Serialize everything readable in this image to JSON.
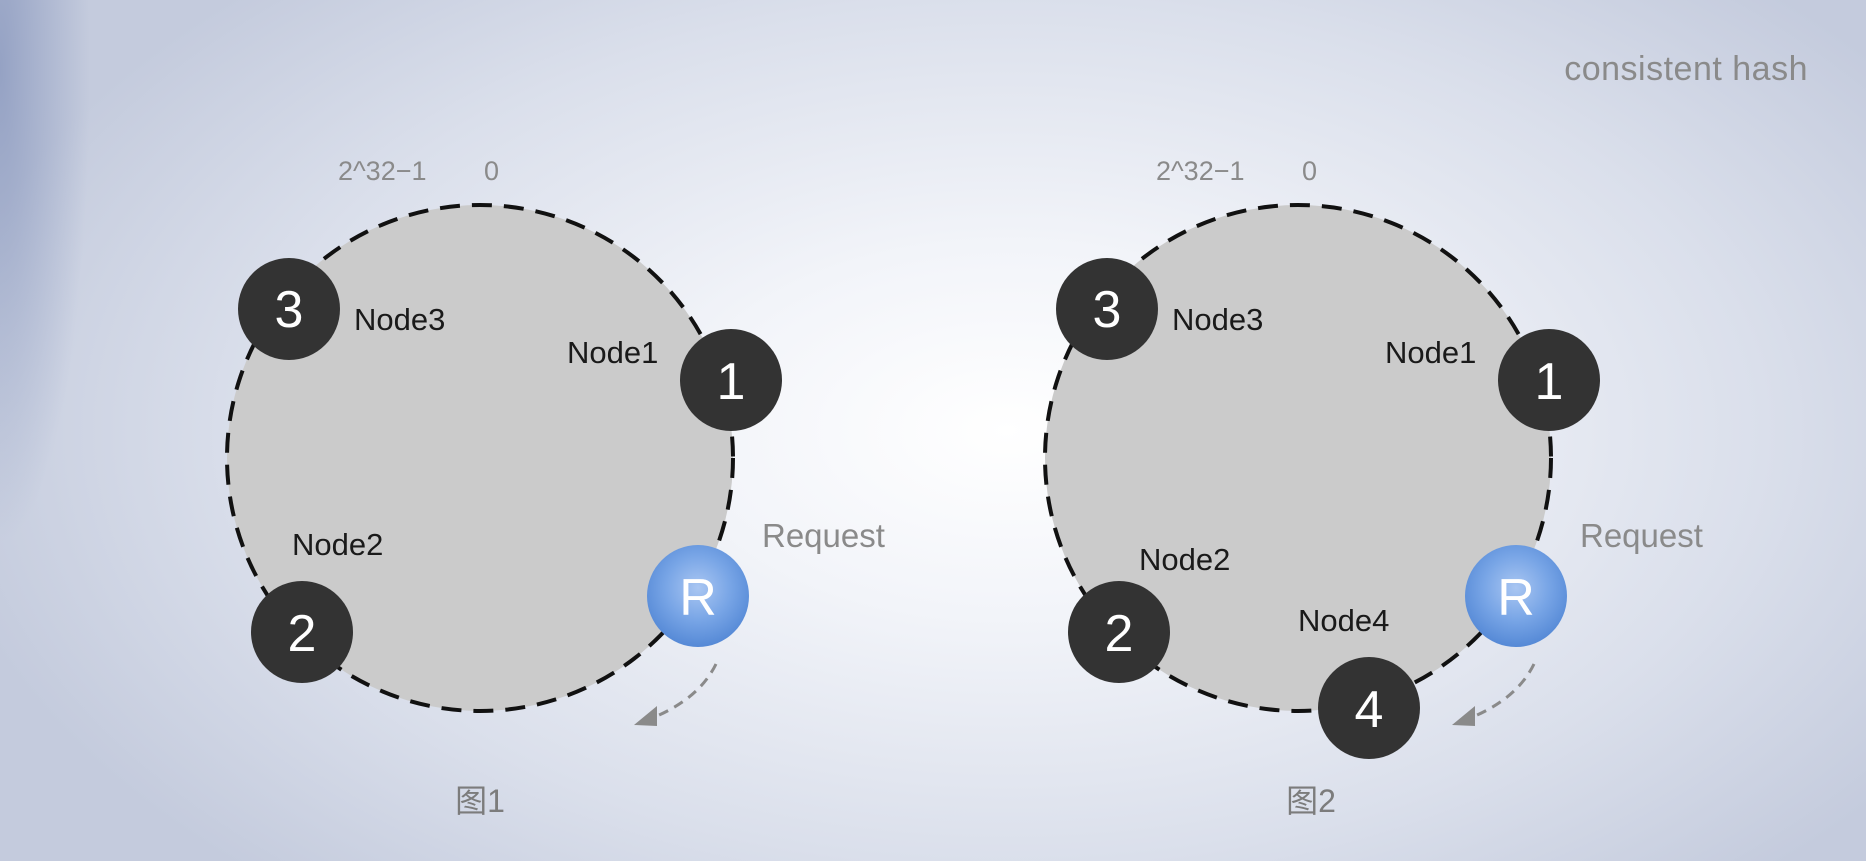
{
  "title": "consistent hash",
  "diagrams": [
    {
      "caption": "图1",
      "range_labels": {
        "max": "2^32−1",
        "zero": "0"
      },
      "nodes": [
        {
          "id": "3",
          "label": "Node3"
        },
        {
          "id": "1",
          "label": "Node1"
        },
        {
          "id": "2",
          "label": "Node2"
        }
      ],
      "request": {
        "badge": "R",
        "label": "Request"
      }
    },
    {
      "caption": "图2",
      "range_labels": {
        "max": "2^32−1",
        "zero": "0"
      },
      "nodes": [
        {
          "id": "3",
          "label": "Node3"
        },
        {
          "id": "1",
          "label": "Node1"
        },
        {
          "id": "2",
          "label": "Node2"
        },
        {
          "id": "4",
          "label": "Node4"
        }
      ],
      "request": {
        "badge": "R",
        "label": "Request"
      }
    }
  ],
  "colors": {
    "ring_fill": "#cbcbcb",
    "node_fill": "#333333",
    "request_fill": "#6d9ce0",
    "label_gray": "#8a8a8a",
    "caption_gray": "#7c7c7c"
  }
}
